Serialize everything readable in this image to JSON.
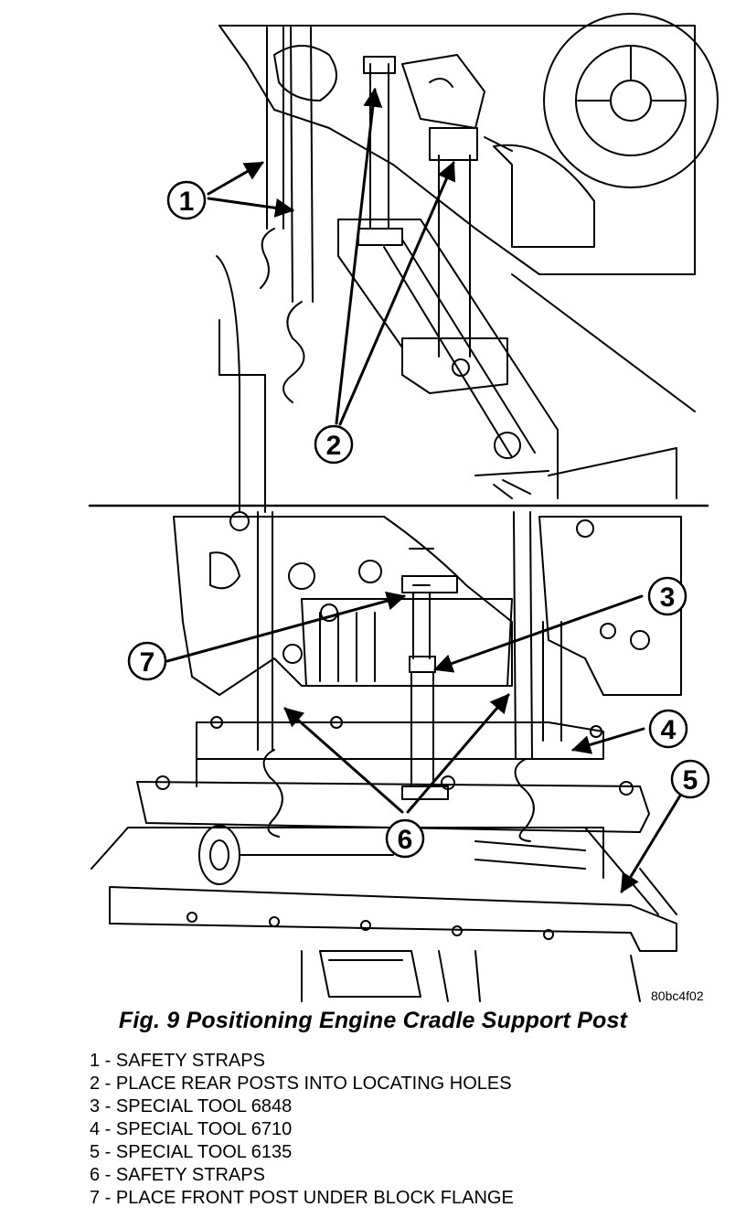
{
  "figure": {
    "callouts": [
      {
        "num": "1"
      },
      {
        "num": "2"
      },
      {
        "num": "3"
      },
      {
        "num": "4"
      },
      {
        "num": "5"
      },
      {
        "num": "6"
      },
      {
        "num": "7"
      }
    ],
    "ref_code": "80bc4f02",
    "caption": "Fig. 9 Positioning Engine Cradle Support Post"
  },
  "legend": [
    {
      "text": "1 - SAFETY STRAPS"
    },
    {
      "text": "2 - PLACE REAR POSTS INTO LOCATING HOLES"
    },
    {
      "text": "3 - SPECIAL TOOL 6848"
    },
    {
      "text": "4 - SPECIAL TOOL 6710"
    },
    {
      "text": "5 - SPECIAL TOOL 6135"
    },
    {
      "text": "6 - SAFETY STRAPS"
    },
    {
      "text": "7 - PLACE FRONT POST UNDER BLOCK FLANGE"
    }
  ]
}
